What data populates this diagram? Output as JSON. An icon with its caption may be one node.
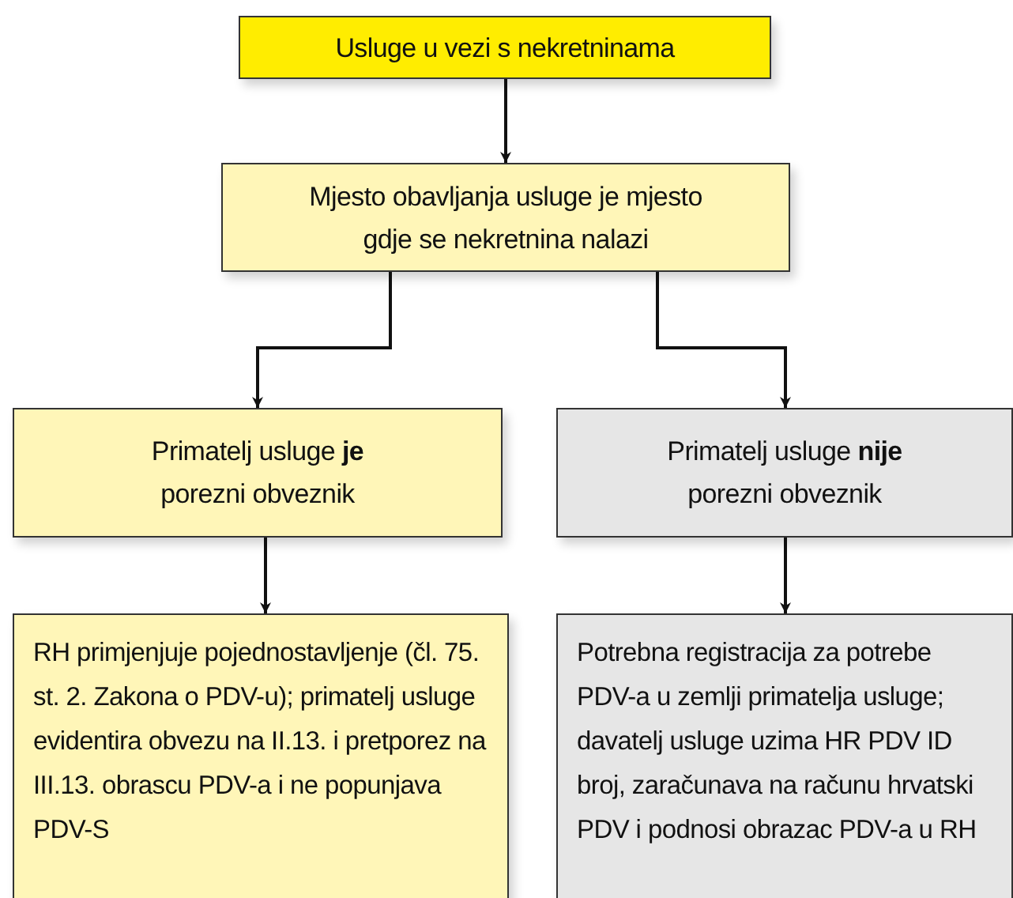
{
  "diagram": {
    "nodes": [
      {
        "text": [
          "Usluge u vezi s nekretninama"
        ]
      },
      {
        "text": [
          "Mjesto obavljanja usluge je mjesto gdje se nekretnina nalazi"
        ]
      },
      {
        "text": [
          "Primatelj usluge **je** porezni obveznik"
        ]
      },
      {
        "text": [
          "Primatelj usluge **nije** porezni obveznik"
        ]
      },
      {
        "text": [
          "RH primjenjuje pojednostavljenje (čl. 75. st. 2. Zakona o PDV-u); primatelj usluge evidentira obvezu na II.13. i pretporez na III.13. obrascu PDV-a i ne popunjava PDV-S"
        ]
      },
      {
        "text": [
          "Potrebna registracija za potrebe PDV-a u zemlji primatelja usluge; davatelj usluge uzima HR PDV ID broj, zaračunava na računu hrvatski PDV i podnosi obrazac PDV-a u RH"
        ]
      }
    ],
    "edges": [
      {
        "from": 0,
        "to": 1,
        "arrow": "to"
      },
      {
        "from": 1,
        "to": 2,
        "arrow": "to"
      },
      {
        "from": 1,
        "to": 3,
        "arrow": "to"
      },
      {
        "from": 2,
        "to": 4,
        "arrow": "to"
      },
      {
        "from": 3,
        "to": 5,
        "arrow": "to"
      }
    ]
  }
}
